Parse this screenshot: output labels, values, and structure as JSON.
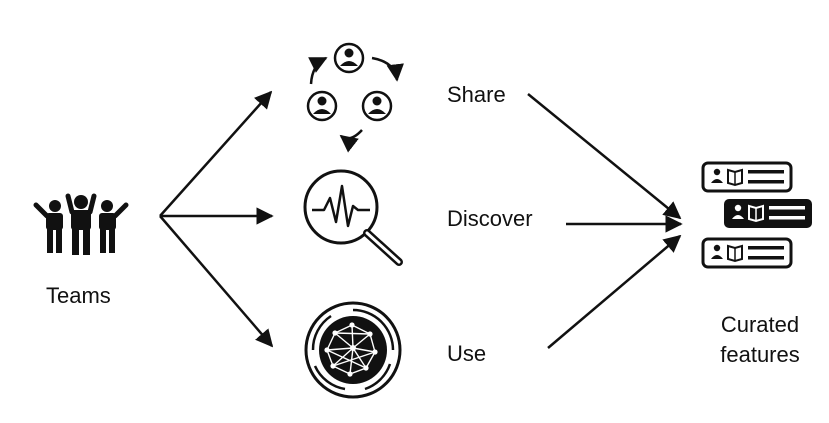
{
  "labels": {
    "teams": "Teams",
    "share": "Share",
    "discover": "Discover",
    "use": "Use",
    "curated_line1": "Curated",
    "curated_line2": "features"
  },
  "icons": {
    "teams": "teams-people-icon",
    "share": "share-people-cycle-icon",
    "discover": "magnifier-waveform-icon",
    "use": "neural-network-circle-icon",
    "curated": "feature-cards-icon"
  },
  "colors": {
    "ink": "#111111",
    "background": "#ffffff"
  }
}
